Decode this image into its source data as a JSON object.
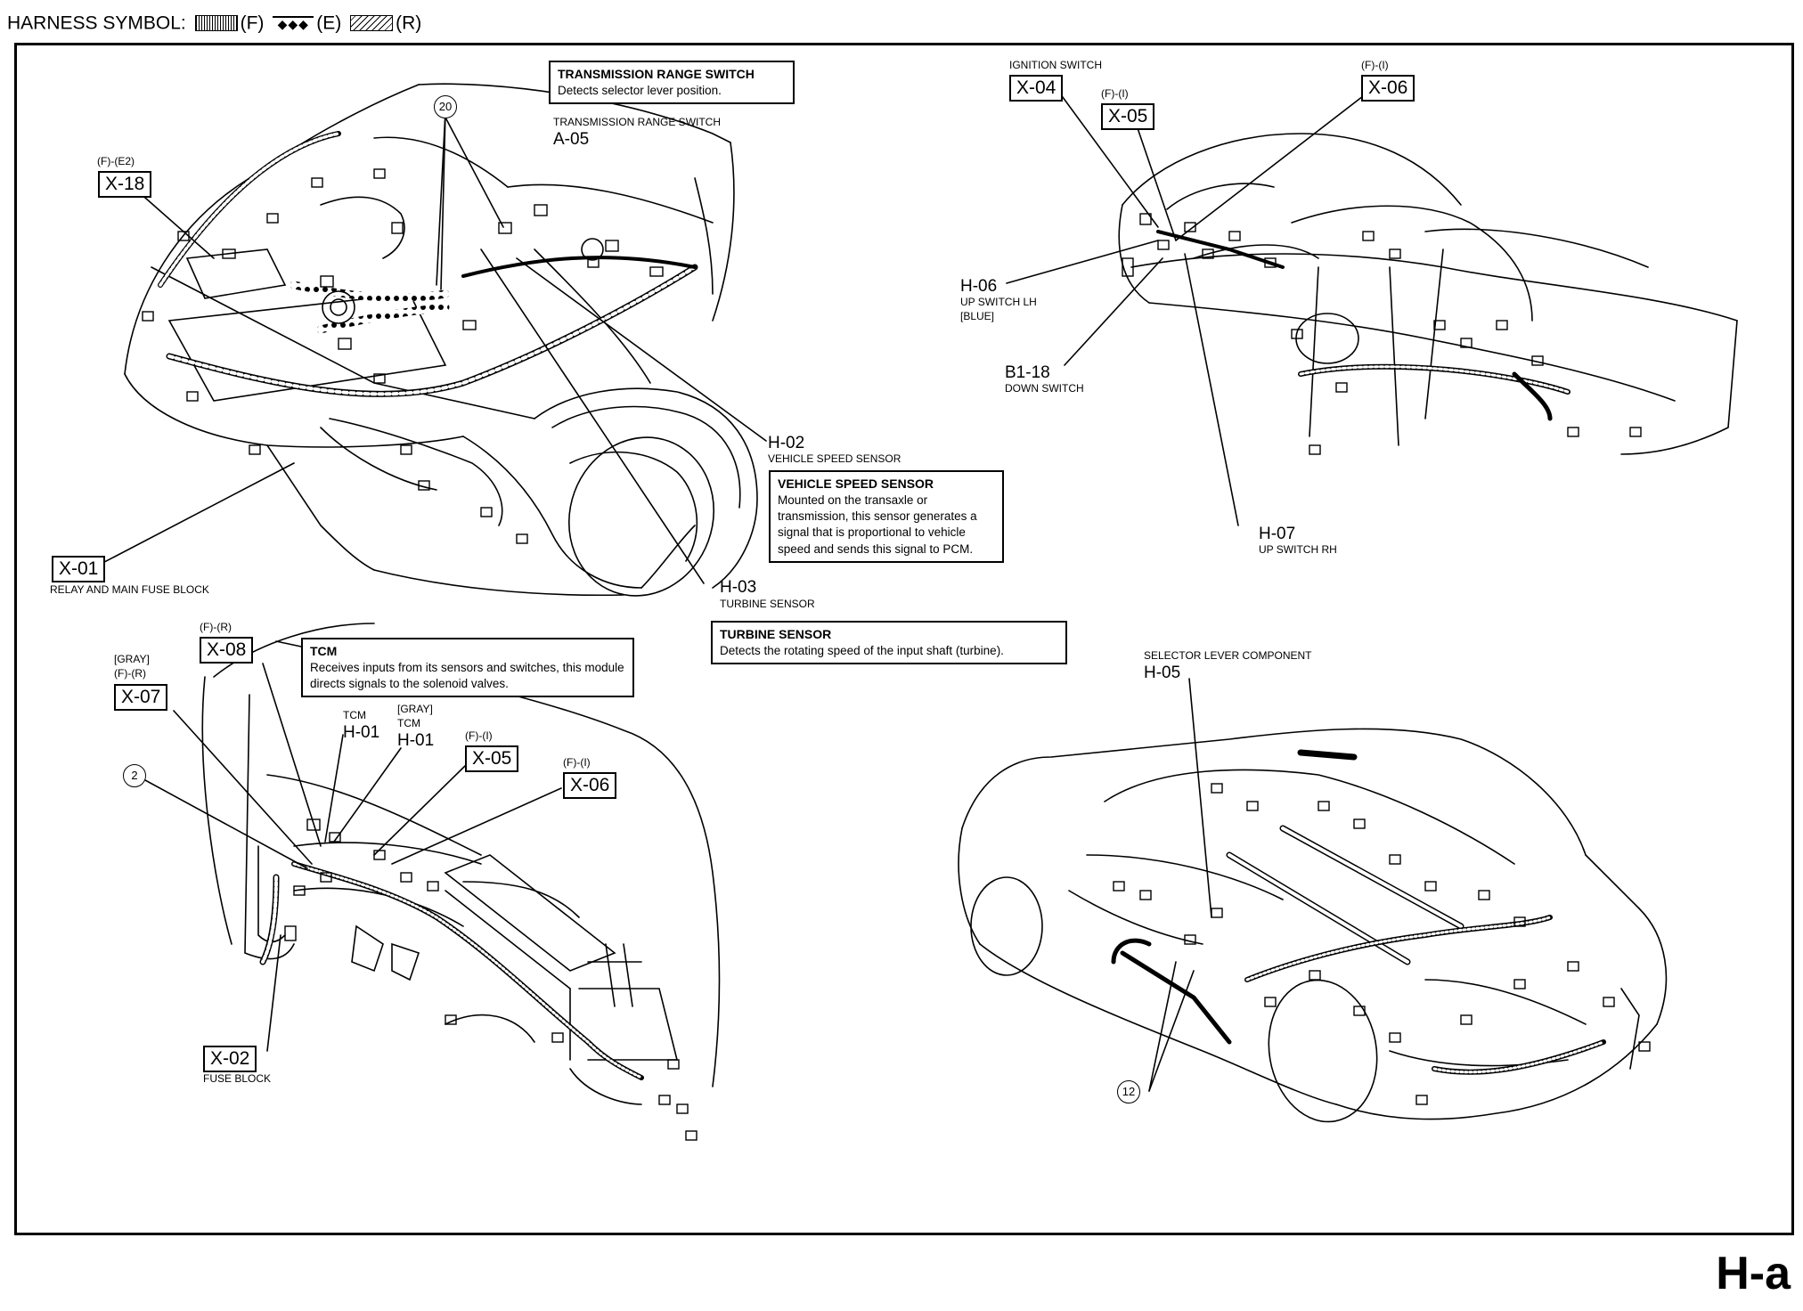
{
  "header": {
    "title": "HARNESS SYMBOL:",
    "symbols": [
      {
        "code": "(F)",
        "pattern": "fine-vertical-lines"
      },
      {
        "code": "(E)",
        "pattern": "diamonds",
        "glyph": "◆◆◆"
      },
      {
        "code": "(R)",
        "pattern": "diagonal-hatch"
      }
    ]
  },
  "page_id": "H-a",
  "top_left": {
    "x18": {
      "note": "(F)-(E2)",
      "id": "X-18"
    },
    "x01": {
      "id": "X-01",
      "desc": "RELAY AND MAIN FUSE BLOCK"
    },
    "a05": {
      "title": "TRANSMISSION RANGE SWITCH",
      "id": "A-05"
    },
    "trs_box": {
      "title": "TRANSMISSION RANGE SWITCH",
      "body": "Detects selector lever position."
    },
    "circle": "20",
    "h02": {
      "id": "H-02",
      "desc": "VEHICLE SPEED SENSOR"
    },
    "vss_box": {
      "title": "VEHICLE SPEED SENSOR",
      "body": "Mounted on the transaxle or transmission, this sensor generates a signal that is proportional to vehicle speed and sends this signal to PCM."
    },
    "h03": {
      "id": "H-03",
      "desc": "TURBINE SENSOR"
    },
    "ts_box": {
      "title": "TURBINE SENSOR",
      "body": "Detects the rotating speed of the input shaft (turbine)."
    }
  },
  "top_right": {
    "x04": {
      "note": "IGNITION SWITCH",
      "id": "X-04"
    },
    "x05": {
      "note": "(F)-(I)",
      "id": "X-05"
    },
    "x06": {
      "note": "(F)-(I)",
      "id": "X-06"
    },
    "h06": {
      "id": "H-06",
      "desc": "UP SWITCH LH",
      "extra": "[BLUE]"
    },
    "b118": {
      "id": "B1-18",
      "desc": "DOWN SWITCH"
    },
    "h07": {
      "id": "H-07",
      "desc": "UP SWITCH RH"
    }
  },
  "bottom_left": {
    "x08": {
      "note": "(F)-(R)",
      "id": "X-08"
    },
    "x07": {
      "note1": "[GRAY]",
      "note2": "(F)-(R)",
      "id": "X-07"
    },
    "tcm_box": {
      "title": "TCM",
      "body": "Receives inputs from its sensors and switches, this module directs signals to the solenoid valves."
    },
    "h01a": {
      "note": "TCM",
      "id": "H-01"
    },
    "h01b": {
      "note1": "[GRAY]",
      "note2": "TCM",
      "id": "H-01"
    },
    "x05": {
      "note": "(F)-(I)",
      "id": "X-05"
    },
    "x06": {
      "note": "(F)-(I)",
      "id": "X-06"
    },
    "circle": "2",
    "x02": {
      "id": "X-02",
      "desc": "FUSE BLOCK"
    }
  },
  "bottom_right": {
    "h05": {
      "title": "SELECTOR LEVER COMPONENT",
      "id": "H-05"
    },
    "circle": "12"
  }
}
